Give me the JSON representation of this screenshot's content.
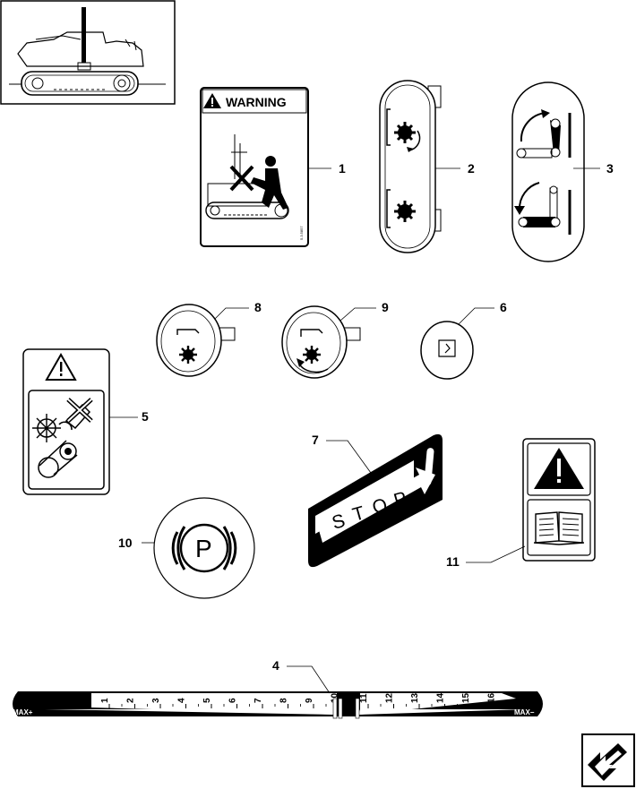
{
  "callouts": {
    "c1": "1",
    "c2": "2",
    "c3": "3",
    "c4": "4",
    "c5": "5",
    "c6": "6",
    "c7": "7",
    "c8": "8",
    "c9": "9",
    "c10": "10",
    "c11": "11"
  },
  "decals": {
    "warning_title": "WARNING",
    "warning_code": "5.3.5857",
    "stop_letters": [
      "S",
      "T",
      "O",
      "P"
    ],
    "parking_letter": "P"
  },
  "scale": {
    "max_plus": "MAX+",
    "max_minus": "MAX−",
    "ticks": [
      "1",
      "2",
      "3",
      "4",
      "5",
      "6",
      "7",
      "8",
      "9",
      "10",
      "11",
      "12",
      "13",
      "14",
      "15",
      "16"
    ]
  },
  "icons": [
    "tractor-thumbnail-icon",
    "warning-triangle-icon",
    "pto-rotation-icon",
    "lever-icon",
    "parking-brake-icon",
    "manual-book-icon",
    "nav-arrow-icon"
  ],
  "colors": {
    "ink": "#000000",
    "paper": "#ffffff"
  }
}
